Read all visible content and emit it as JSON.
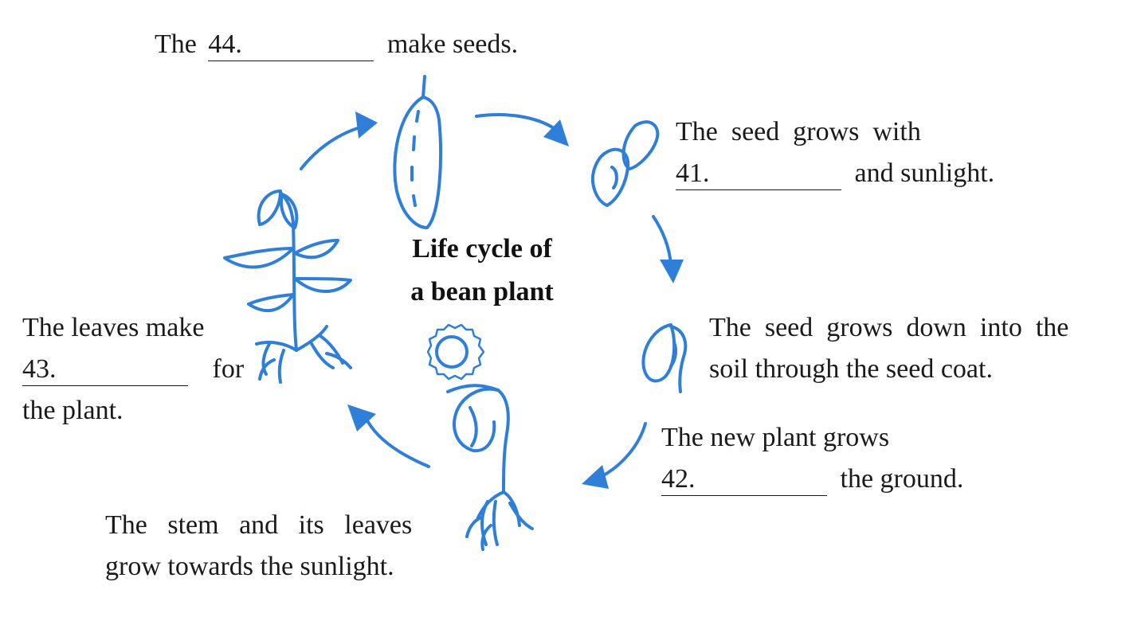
{
  "title": {
    "line1": "Life cycle of",
    "line2": "a bean plant"
  },
  "stages": {
    "top": {
      "before": "The",
      "blank": "44.",
      "after": "make seeds."
    },
    "right_top": {
      "line1": "The  seed  grows  with",
      "blank": "41.",
      "after": "and sunlight."
    },
    "right_mid": {
      "line1": "The  seed  grows  down  into  the",
      "line2": "soil through the seed coat."
    },
    "right_bottom": {
      "line1": "The new plant grows",
      "blank": "42.",
      "after": "the ground."
    },
    "bottom": {
      "line1": "The   stem   and   its   leaves",
      "line2": "grow towards the sunlight."
    },
    "left": {
      "line1": "The leaves make",
      "blank": "43.",
      "after": "for",
      "line3": "the plant."
    }
  },
  "icons": [
    "bean-pod-icon",
    "seeds-icon",
    "sprouting-seed-icon",
    "seedling-icon",
    "sun-icon",
    "mature-plant-icon"
  ],
  "colors": {
    "ink": "#2f7fd9",
    "text": "#1a1a1a"
  }
}
